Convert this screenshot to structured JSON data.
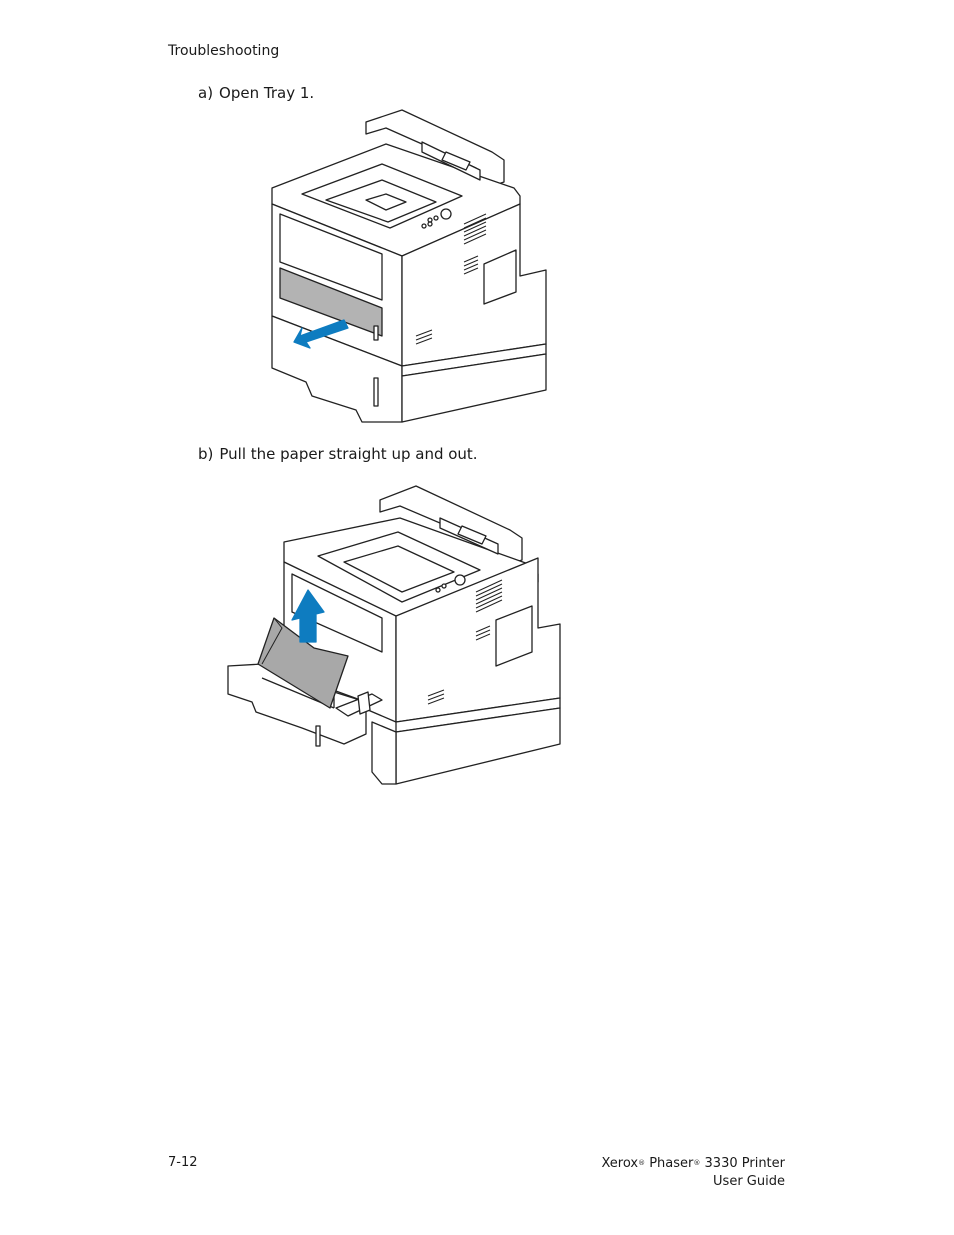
{
  "header": {
    "section": "Troubleshooting"
  },
  "steps": [
    {
      "tag": "a)",
      "text": "Open Tray 1."
    },
    {
      "tag": "b)",
      "text": "Pull the paper straight up and out."
    }
  ],
  "footer": {
    "page_number": "7-12",
    "brand": "Xerox",
    "product": "Phaser",
    "model": "3330 Printer",
    "reg_mark": "®",
    "doc_title": "User Guide"
  },
  "colors": {
    "arrow": "#0e7cc0",
    "tray_shade": "#b3b3b3",
    "paper": "#a8a8a8",
    "line": "#222222"
  }
}
